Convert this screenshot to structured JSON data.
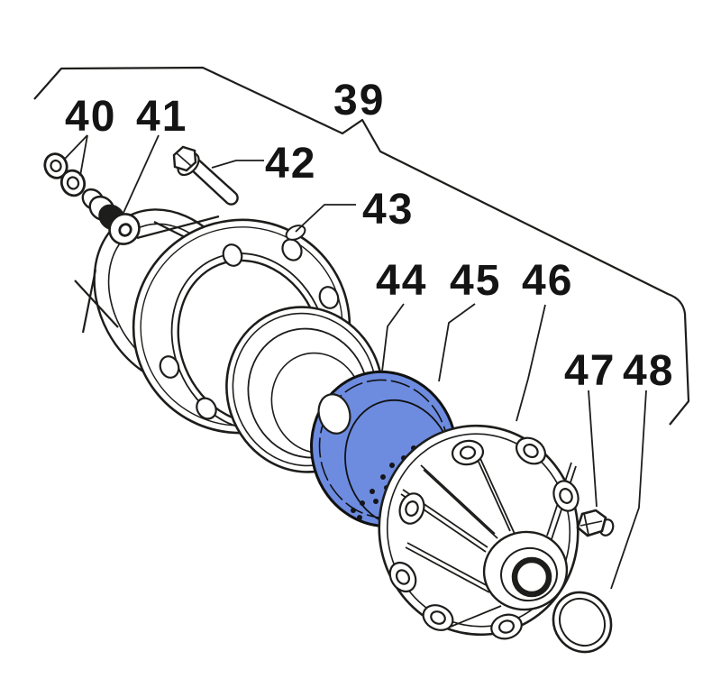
{
  "diagram": {
    "background_color": "#ffffff",
    "line_color": "#1d1d1b",
    "highlight_color": "#6d8ce0",
    "group_label": "39",
    "parts": [
      {
        "label": "40",
        "highlighted": false
      },
      {
        "label": "41",
        "highlighted": false
      },
      {
        "label": "42",
        "highlighted": false
      },
      {
        "label": "43",
        "highlighted": false
      },
      {
        "label": "44",
        "highlighted": false
      },
      {
        "label": "45",
        "highlighted": true
      },
      {
        "label": "46",
        "highlighted": false
      },
      {
        "label": "47",
        "highlighted": false
      },
      {
        "label": "48",
        "highlighted": false
      }
    ]
  }
}
